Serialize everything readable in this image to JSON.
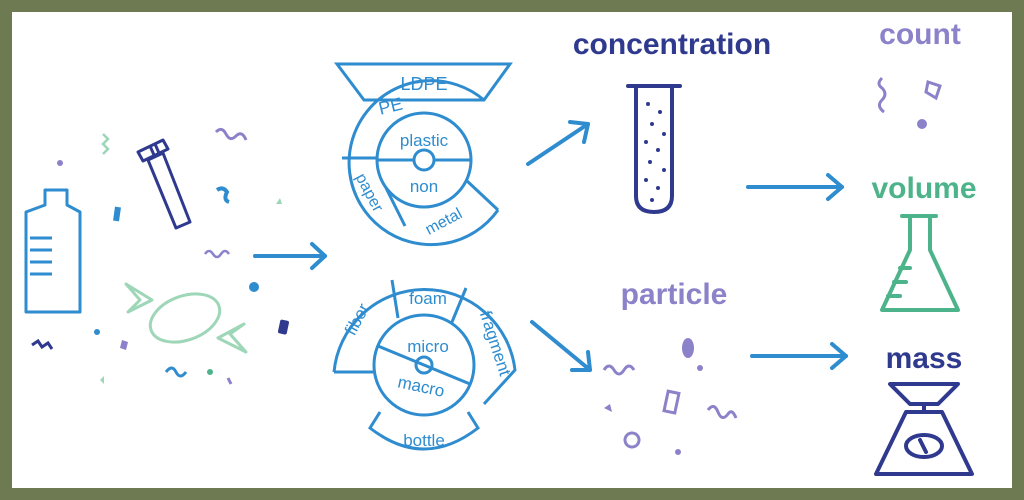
{
  "colors": {
    "frame": "#6e7a52",
    "blue": "#2e8ccf",
    "navy": "#2f3a8f",
    "lavender": "#8b82c9",
    "green": "#4db38a",
    "mint": "#9ed6b8"
  },
  "icons": [
    "bottle-icon",
    "straw-icon",
    "candy-wrapper-icon",
    "test-tube-icon",
    "flask-icon",
    "scale-icon"
  ],
  "wheel_polymer": {
    "outer": "LDPE",
    "middle": "PE",
    "inner": "plastic",
    "center": "non",
    "bottom_left": "paper",
    "bottom_right": "metal"
  },
  "wheel_form": {
    "outer_left": "fiber",
    "outer_top": "foam",
    "outer_right": "fragment",
    "inner_top": "micro",
    "inner_bottom": "macro",
    "bottom": "bottle"
  },
  "labels": {
    "concentration": "concentration",
    "particle": "particle",
    "count": "count",
    "volume": "volume",
    "mass": "mass"
  }
}
